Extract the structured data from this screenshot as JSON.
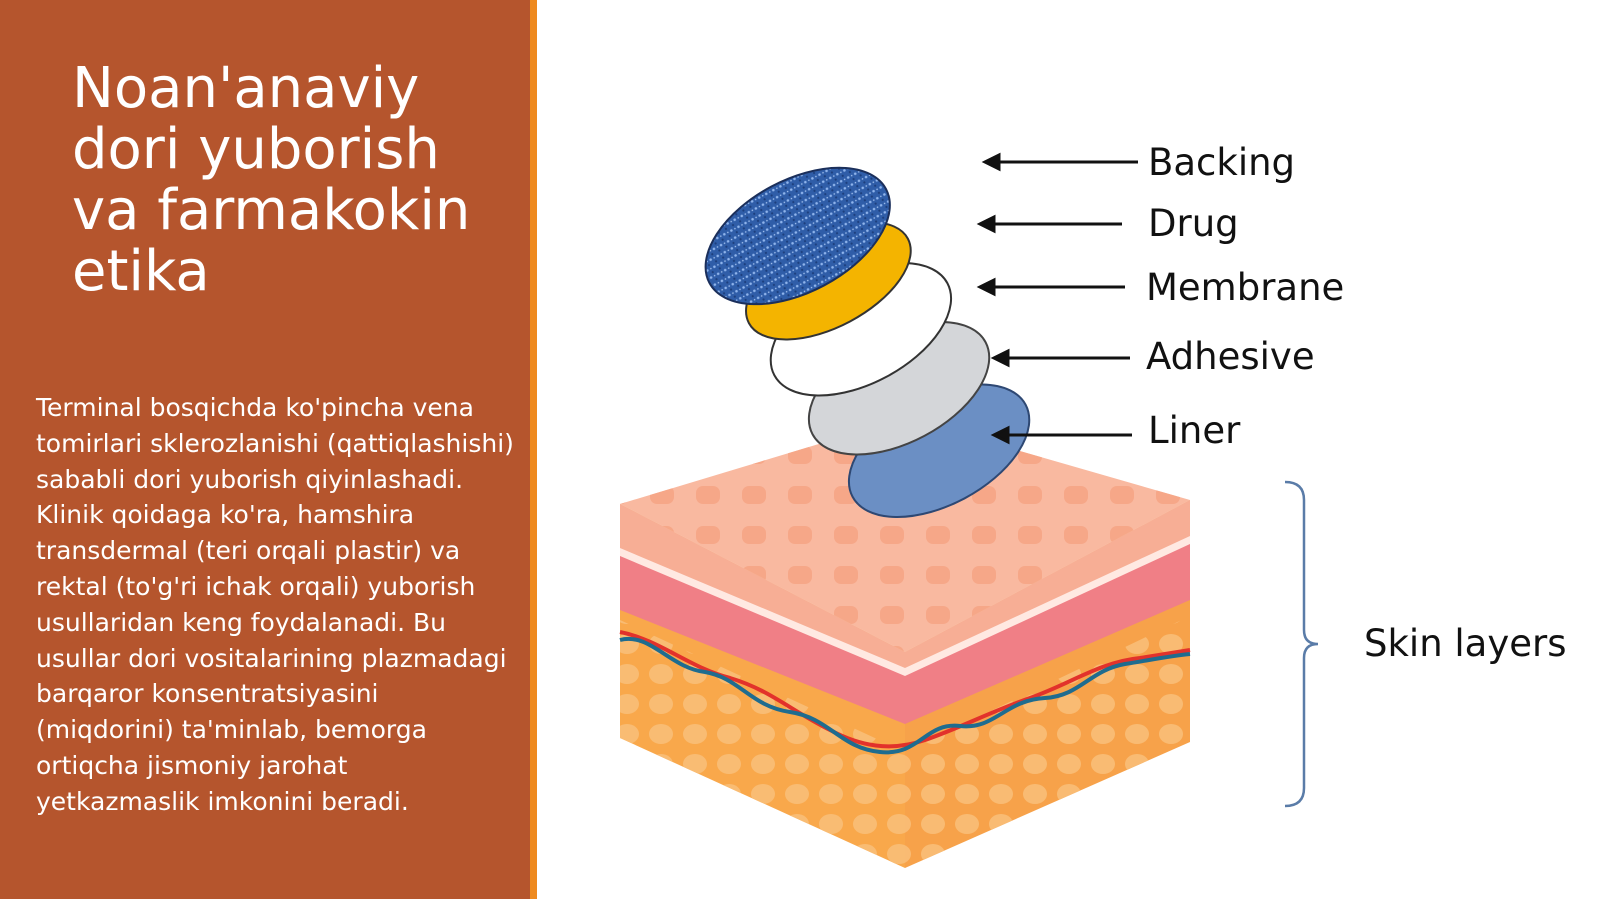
{
  "slide": {
    "title": "Noan'anaviy dori yuborish va farmakokinetika",
    "body": "Terminal bosqichda ko'pincha vena tomirlari sklerozlanishi (qattiqlashishi) sababli dori yuborish qiyinlashadi. Klinik qoidaga ko'ra, hamshira transdermal (teri orqali plastir) va rektal (to'g'ri ichak orqali) yuborish usullaridan keng foydalanadi. Bu usullar dori vositalarining plazmadagi barqaror konsentratsiyasini (miqdorini) ta'minlab, bemorga ortiqcha jismoniy jarohat yetkazmaslik imkonini beradi."
  },
  "figure": {
    "labels": {
      "backing": "Backing",
      "drug": "Drug",
      "membrane": "Membrane",
      "adhesive": "Adhesive",
      "liner": "Liner",
      "skin_layers": "Skin layers"
    }
  },
  "colors": {
    "panel": "#b5552d",
    "accent": "#ee8a1f",
    "backing": "#2f5da8",
    "drug": "#f4b400",
    "membrane": "#ffffff",
    "adhesive": "#d4d6d9",
    "liner": "#6b8fc4",
    "epidermis": "#f7a98a",
    "dermis": "#f07f86",
    "subcutis": "#f8a94a"
  }
}
